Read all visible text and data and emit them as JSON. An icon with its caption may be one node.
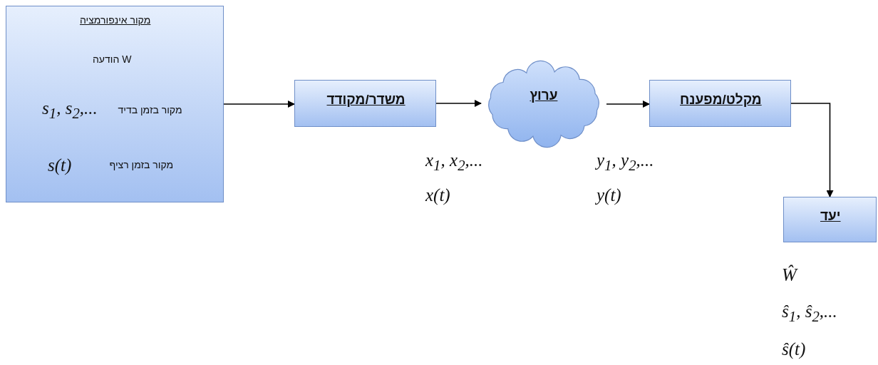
{
  "diagram": {
    "nodes": [
      {
        "text": [
          "מקור אינפורמציה",
          "הודעה W",
          "מקור בזמן בדיד",
          "s$_{1}$, s$_{2}$,...",
          "מקור בזמן רציף",
          "s(t)"
        ]
      },
      {
        "text": [
          "משדר/מקודד"
        ]
      },
      {
        "text": [
          "ערוץ"
        ]
      },
      {
        "text": [
          "מקלט/מפענח"
        ]
      },
      {
        "text": [
          "יעד"
        ]
      }
    ],
    "edges": [
      {
        "from": 0,
        "to": 1,
        "arrow": "to"
      },
      {
        "from": 1,
        "to": 2,
        "arrow": "to"
      },
      {
        "from": 2,
        "to": 3,
        "arrow": "to"
      },
      {
        "from": 3,
        "to": 4,
        "arrow": "to"
      }
    ],
    "labels": [
      "x$_{1}$, x$_{2}$,...",
      "x(t)",
      "y$_{1}$, y$_{2}$,...",
      "y(t)",
      "Ŵ",
      "ŝ$_{1}$, ŝ$_{2}$,...",
      "ŝ(t)"
    ]
  }
}
